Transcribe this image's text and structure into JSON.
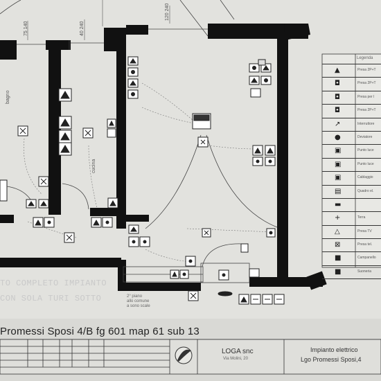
{
  "address_line": "Promessi Sposi 4/B fg 601 map 61 sub 13",
  "note_lines": [
    "TO COMPLETO IMPIANTO",
    "CON SOLA TURI SOTTO"
  ],
  "dimensions": [
    {
      "value": "75",
      "sub": "140"
    },
    {
      "value": "40",
      "sub": "240"
    },
    {
      "value": "120",
      "sub": "240"
    }
  ],
  "room_labels": {
    "left": "bagno",
    "middle": "cucina",
    "stair": "2° piano\nallo comune\na sono scale"
  },
  "title_block": {
    "company": "LOGA snc",
    "company_sub": "Via Molini, 20",
    "project_line1": "Impianto elettrico",
    "project_line2": "Lgo Promessi Sposi,4"
  },
  "legend": {
    "header": "Legenda",
    "rows": [
      {
        "symbol": "up-arrow-icon",
        "text": "Presa 2P+T"
      },
      {
        "symbol": "socket-icon",
        "text": "Presa 2P+T"
      },
      {
        "symbol": "socket-icon",
        "text": "Presa per l"
      },
      {
        "symbol": "socket-icon",
        "text": "Presa 2P+T"
      },
      {
        "symbol": "switch-icon",
        "text": "Interruttore"
      },
      {
        "symbol": "dot-icon",
        "text": "Deviatore"
      },
      {
        "symbol": "box-icon",
        "text": "Punto luce"
      },
      {
        "symbol": "box-icon",
        "text": "Punto luce"
      },
      {
        "symbol": "box-icon",
        "text": "Cablaggio"
      },
      {
        "symbol": "panel-icon",
        "text": "Quadro el."
      },
      {
        "symbol": "bar-icon",
        "text": ""
      },
      {
        "symbol": "plus-icon",
        "text": "Terra"
      },
      {
        "symbol": "triangle-icon",
        "text": "Presa TV"
      },
      {
        "symbol": "x-box-icon",
        "text": "Presa tel."
      },
      {
        "symbol": "square-icon",
        "text": "Campanello"
      },
      {
        "symbol": "square-icon",
        "text": "Suoneria"
      }
    ]
  }
}
